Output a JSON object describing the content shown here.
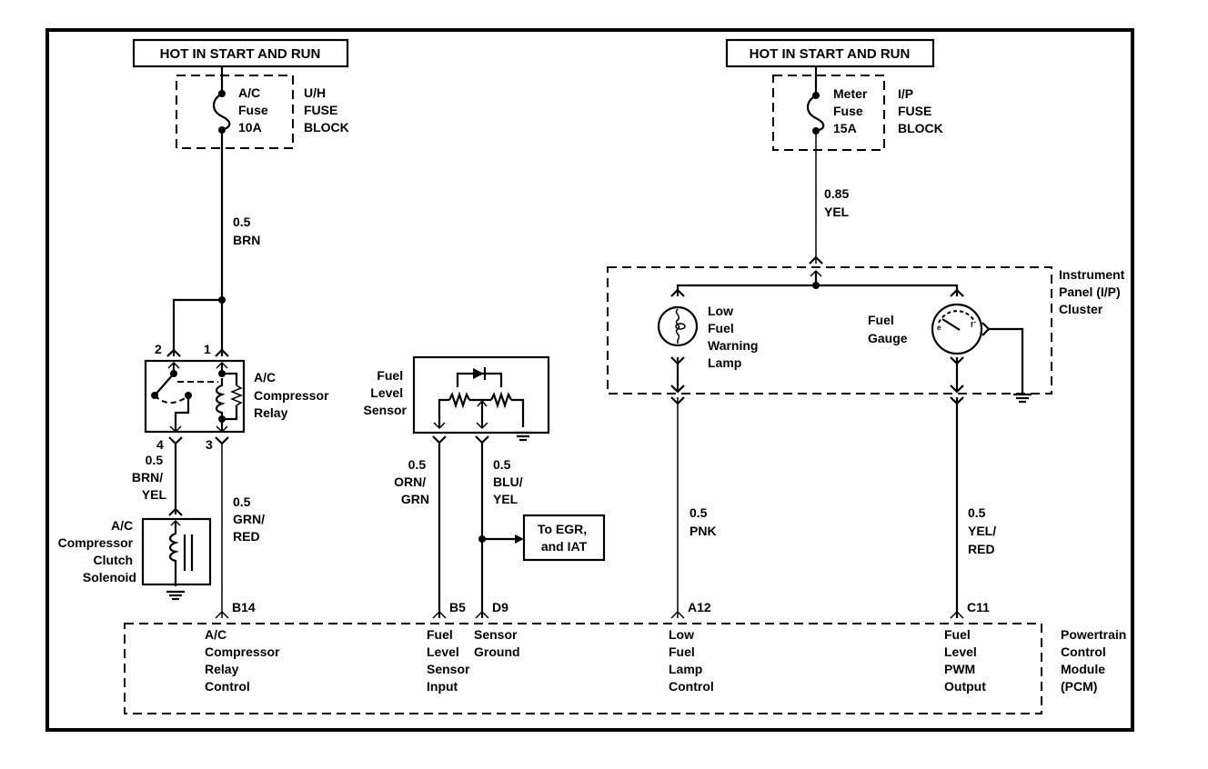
{
  "power_sources": [
    {
      "label": "HOT IN START AND RUN"
    },
    {
      "label": "HOT IN START AND RUN"
    }
  ],
  "fuse_blocks": [
    {
      "fuse_lines": [
        "A/C",
        "Fuse",
        "10A"
      ],
      "block_lines": [
        "U/H",
        "FUSE",
        "BLOCK"
      ]
    },
    {
      "fuse_lines": [
        "Meter",
        "Fuse",
        "15A"
      ],
      "block_lines": [
        "I/P",
        "FUSE",
        "BLOCK"
      ]
    }
  ],
  "wires": {
    "ac_feed": [
      "0.5",
      "BRN"
    ],
    "clutch_feed": [
      "0.5",
      "BRN/",
      "YEL"
    ],
    "relay_control": [
      "0.5",
      "GRN/",
      "RED"
    ],
    "sensor_signal": [
      "0.5",
      "ORN/",
      "GRN"
    ],
    "sensor_ground": [
      "0.5",
      "BLU/",
      "YEL"
    ],
    "meter_feed": [
      "0.85",
      "YEL"
    ],
    "lamp_control": [
      "0.5",
      "PNK"
    ],
    "pwm_output": [
      "0.5",
      "YEL/",
      "RED"
    ]
  },
  "relay": {
    "label_lines": [
      "A/C",
      "Compressor",
      "Relay"
    ],
    "pins": [
      "2",
      "1",
      "4",
      "3"
    ]
  },
  "clutch": {
    "label_lines": [
      "A/C",
      "Compressor",
      "Clutch",
      "Solenoid"
    ]
  },
  "fuel_sensor": {
    "label_lines": [
      "Fuel",
      "Level",
      "Sensor"
    ]
  },
  "egr_box": {
    "label_lines": [
      "To EGR,",
      "and IAT"
    ]
  },
  "cluster": {
    "label_lines": [
      "Instrument",
      "Panel (I/P)",
      "Cluster"
    ],
    "lamp_lines": [
      "Low",
      "Fuel",
      "Warning",
      "Lamp"
    ],
    "gauge_lines": [
      "Fuel",
      "Gauge"
    ]
  },
  "pcm": {
    "label_lines": [
      "Powertrain",
      "Control",
      "Module",
      "(PCM)"
    ],
    "terminals": [
      {
        "pin": "B14",
        "lines": [
          "A/C",
          "Compressor",
          "Relay",
          "Control"
        ]
      },
      {
        "pin": "B5",
        "lines": [
          "Fuel",
          "Level",
          "Sensor",
          "Input"
        ]
      },
      {
        "pin": "D9",
        "lines": [
          "Sensor",
          "Ground"
        ]
      },
      {
        "pin": "A12",
        "lines": [
          "Low",
          "Fuel",
          "Lamp",
          "Control"
        ]
      },
      {
        "pin": "C11",
        "lines": [
          "Fuel",
          "Level",
          "PWM",
          "Output"
        ]
      }
    ]
  }
}
